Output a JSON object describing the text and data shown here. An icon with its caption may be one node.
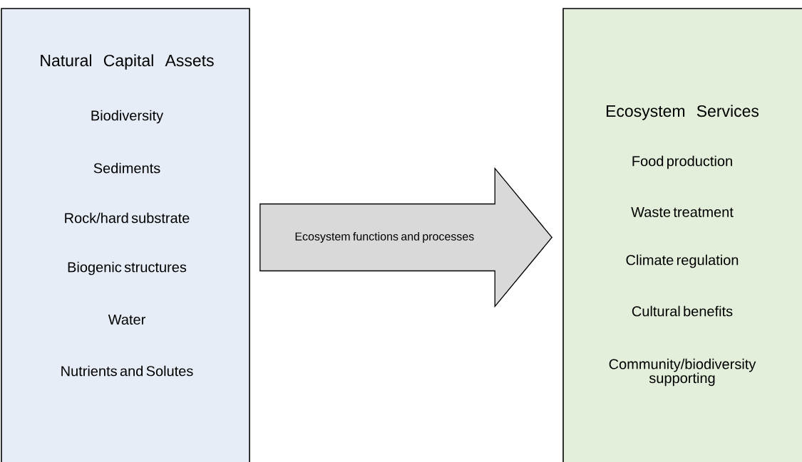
{
  "diagram": {
    "nodes": [
      {
        "text": [
          "Natural Capital Assets",
          "Biodiversity",
          "Sediments",
          "Rock/hard substrate",
          "Biogenic structures",
          "Water",
          "Nutrients and Solutes"
        ]
      },
      {
        "text": [
          "Ecosystem Services",
          "Food production",
          "Waste treatment",
          "Climate regulation",
          "Cultural benefits",
          "Community/biodiversity supporting"
        ]
      }
    ],
    "edges": [
      {
        "from": 0,
        "to": 1,
        "arrow": "to",
        "label": "Ecosystem functions and processes"
      }
    ]
  }
}
